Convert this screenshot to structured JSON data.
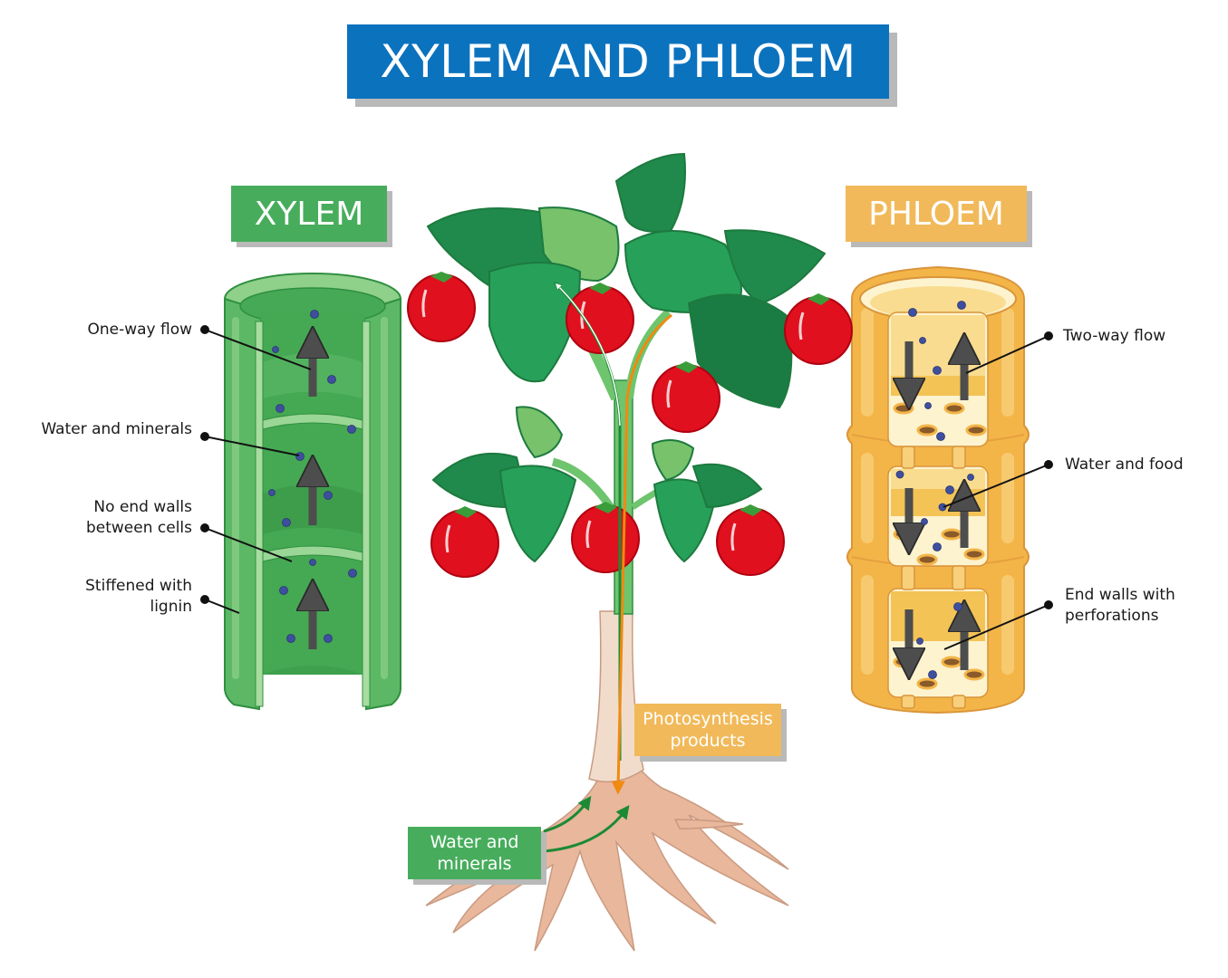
{
  "title": "XYLEM AND PHLOEM",
  "xylem": {
    "heading": "XYLEM",
    "labels": [
      {
        "line1": "One-way flow",
        "line2": ""
      },
      {
        "line1": "Water and minerals",
        "line2": ""
      },
      {
        "line1": "No end walls",
        "line2": "between cells"
      },
      {
        "line1": "Stiffened with",
        "line2": "lignin"
      }
    ]
  },
  "phloem": {
    "heading": "PHLOEM",
    "labels": [
      {
        "line1": "Two-way flow",
        "line2": ""
      },
      {
        "line1": "Water and food",
        "line2": ""
      },
      {
        "line1": "End walls with",
        "line2": "perforations"
      }
    ]
  },
  "plant": {
    "photosynthesis_label": {
      "line1": "Photosynthesis",
      "line2": "products"
    },
    "water_label": {
      "line1": "Water and",
      "line2": "minerals"
    }
  },
  "colors": {
    "title_bg": "#0b72be",
    "xylem_green": "#47ad5c",
    "phloem_yellow": "#f1b959",
    "tomato_red": "#e0101e",
    "root_tan": "#e8b79c",
    "arrow_grey": "#4d4d4d",
    "particle_blue": "#3f4fa0"
  }
}
